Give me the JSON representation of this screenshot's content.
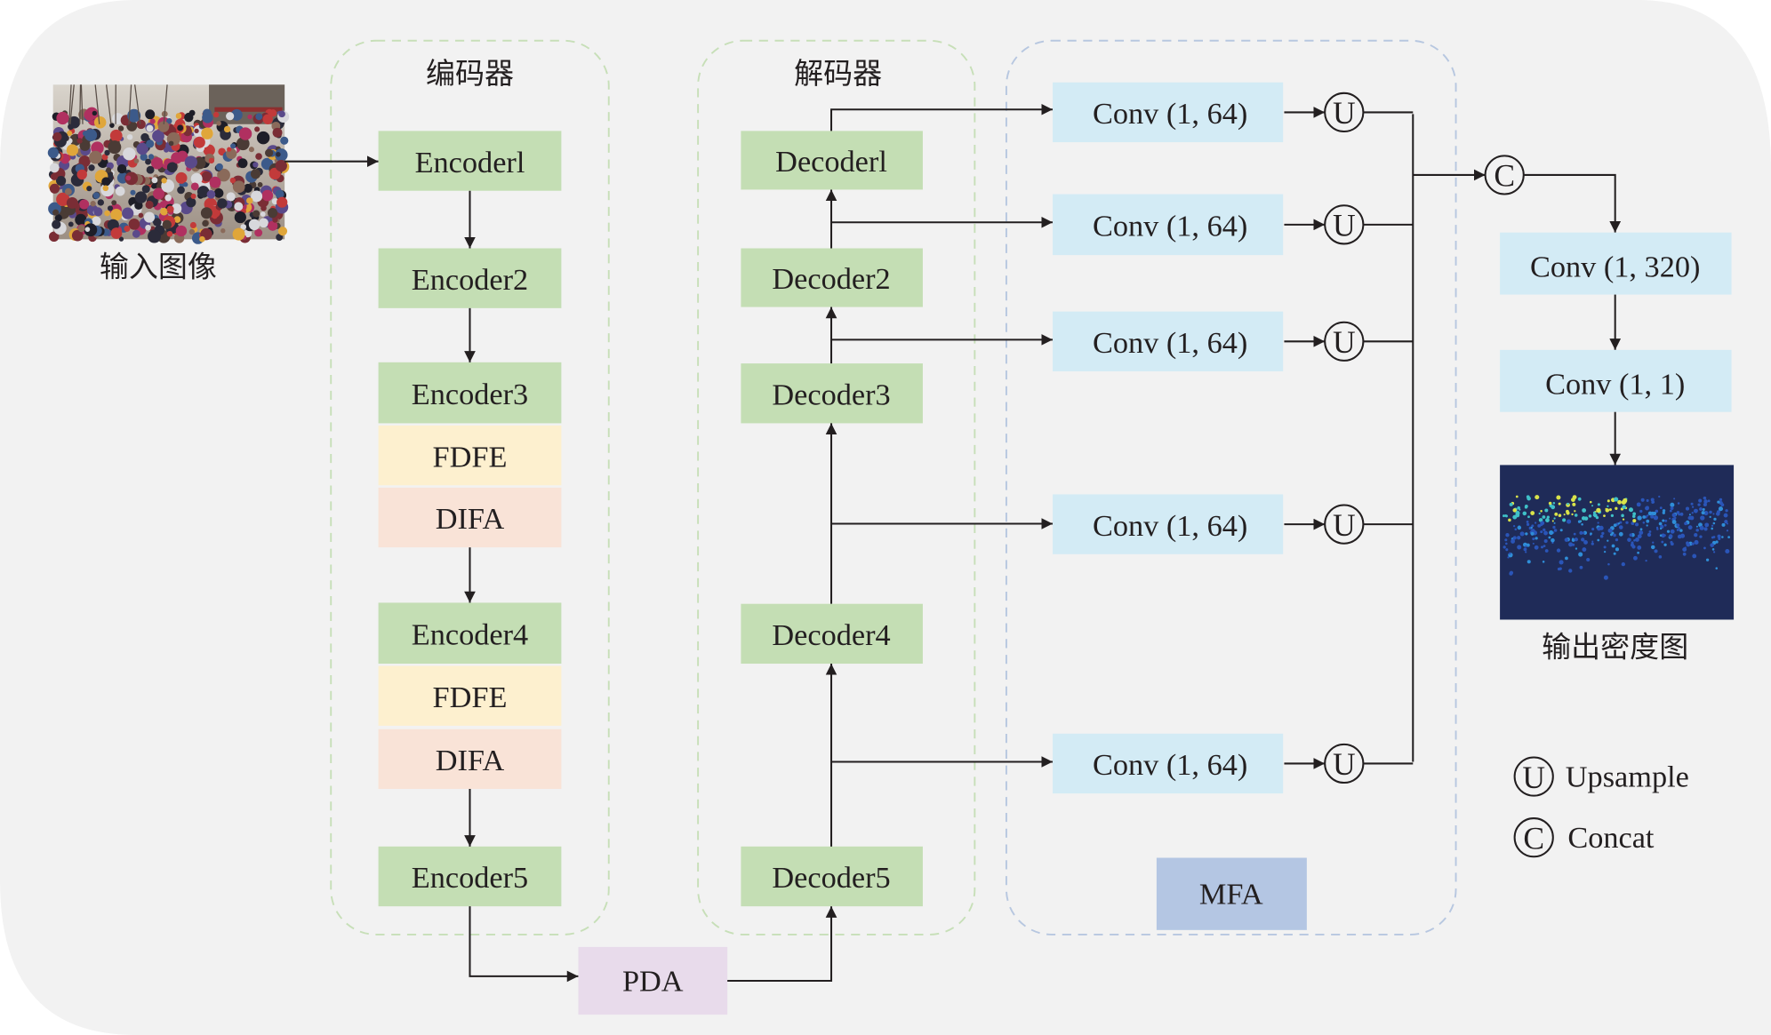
{
  "colors": {
    "background": "#f2f2f2",
    "encoder_decoder_block": "#c4deb4",
    "fdfe_block": "#fdf0cf",
    "difa_block": "#f9e3d7",
    "conv_block": "#d3ebf5",
    "pda_block": "#e8dbeb",
    "mfa_block": "#b4c6e3",
    "green_dashed_border": "#c7dfb8",
    "blue_dashed_border": "#b7c7e0",
    "line": "#231f20",
    "density_bg": "#1f2b58"
  },
  "input": {
    "label": "输入图像"
  },
  "encoder_group": {
    "title": "编码器",
    "blocks": [
      {
        "label": "Encoderl",
        "kind": "encoder"
      },
      {
        "label": "Encoder2",
        "kind": "encoder"
      },
      {
        "label": "Encoder3",
        "kind": "encoder"
      },
      {
        "label": "FDFE",
        "kind": "fdfe"
      },
      {
        "label": "DIFA",
        "kind": "difa"
      },
      {
        "label": "Encoder4",
        "kind": "encoder"
      },
      {
        "label": "FDFE",
        "kind": "fdfe"
      },
      {
        "label": "DIFA",
        "kind": "difa"
      },
      {
        "label": "Encoder5",
        "kind": "encoder"
      }
    ]
  },
  "pda": {
    "label": "PDA"
  },
  "decoder_group": {
    "title": "解码器",
    "blocks": [
      {
        "label": "Decoderl"
      },
      {
        "label": "Decoder2"
      },
      {
        "label": "Decoder3"
      },
      {
        "label": "Decoder4"
      },
      {
        "label": "Decoder5"
      }
    ]
  },
  "mfa_group": {
    "label": "MFA",
    "convs": [
      {
        "label": "Conv (1, 64)",
        "op": "U"
      },
      {
        "label": "Conv (1, 64)",
        "op": "U"
      },
      {
        "label": "Conv (1, 64)",
        "op": "U"
      },
      {
        "label": "Conv (1, 64)",
        "op": "U"
      },
      {
        "label": "Conv (1, 64)",
        "op": "U"
      }
    ]
  },
  "head": {
    "concat_symbol": "C",
    "conv1": "Conv (1, 320)",
    "conv2": "Conv (1, 1)",
    "output_label": "输出密度图"
  },
  "legend": {
    "items": [
      {
        "symbol": "U",
        "label": "Upsample"
      },
      {
        "symbol": "C",
        "label": "Concat"
      }
    ]
  }
}
